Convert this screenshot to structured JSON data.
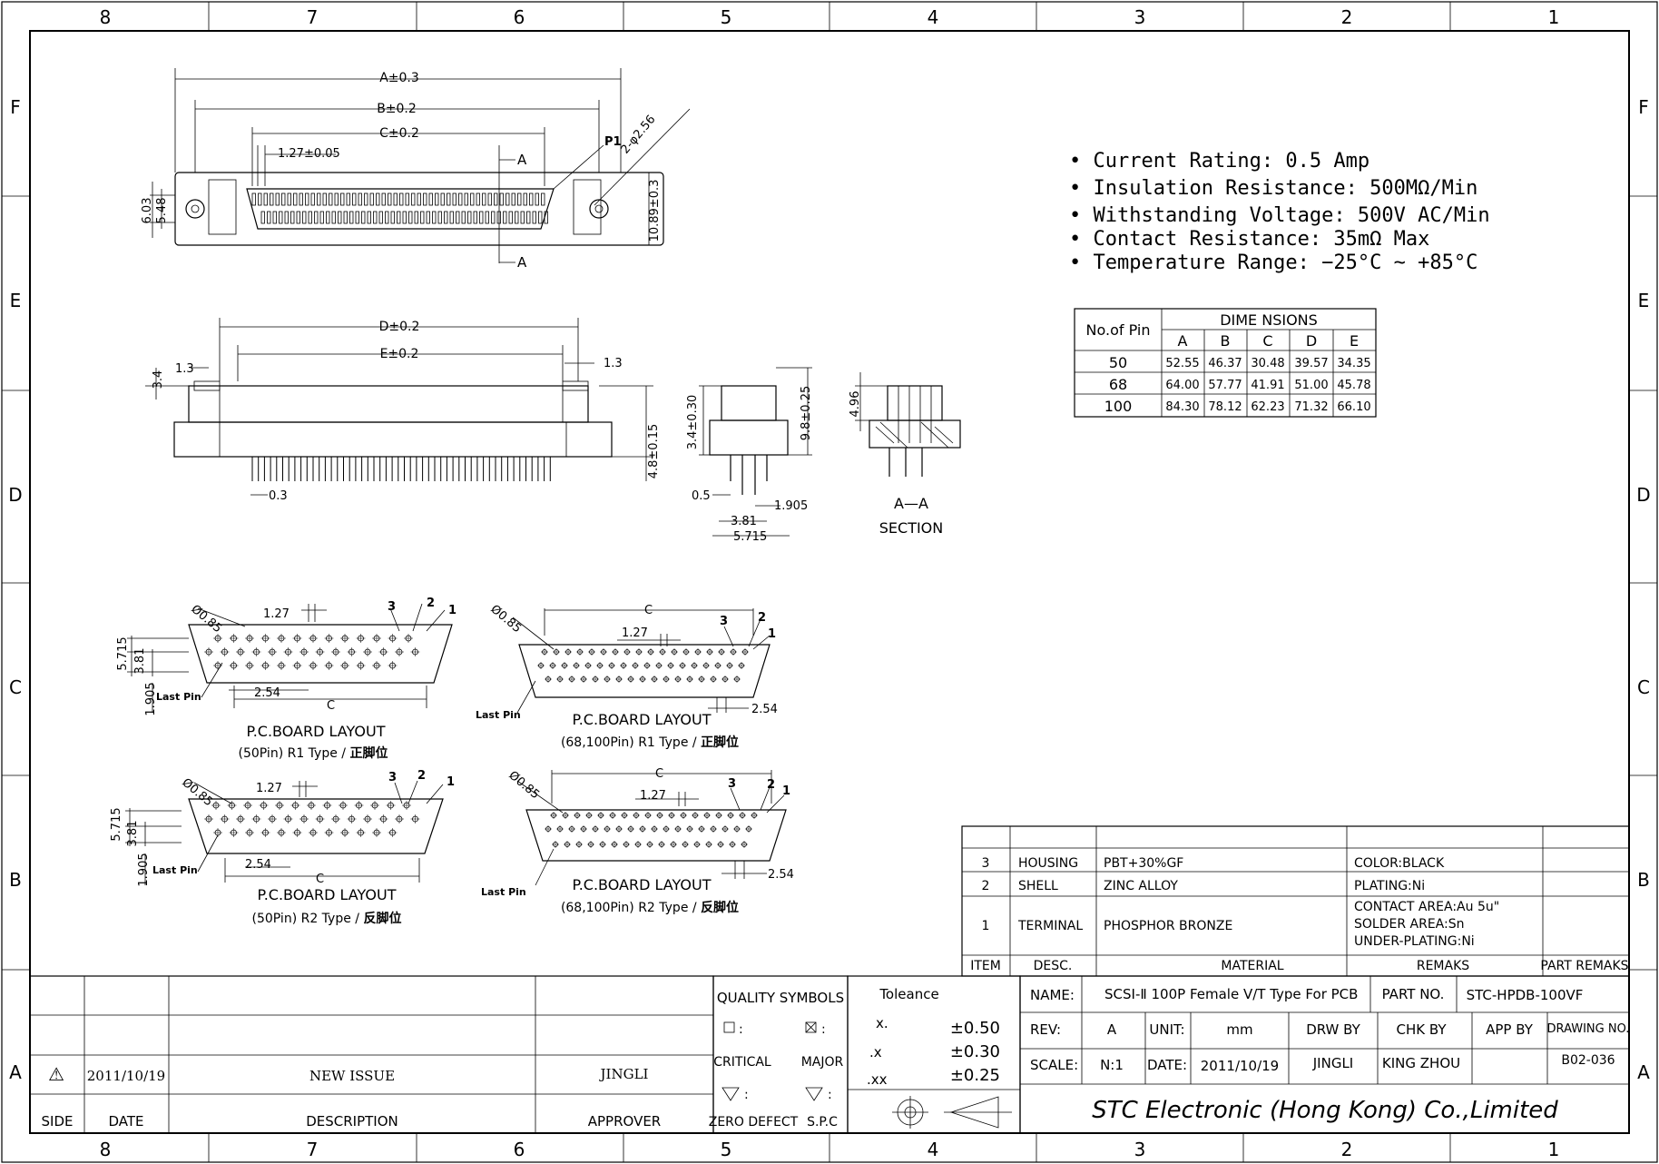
{
  "frame": {
    "col_labels": [
      "8",
      "7",
      "6",
      "5",
      "4",
      "3",
      "2",
      "1"
    ],
    "row_labels": [
      "F",
      "E",
      "D",
      "C",
      "B",
      "A"
    ]
  },
  "top_view": {
    "dim_a": "A±0.3",
    "dim_b": "B±0.2",
    "dim_c": "C±0.2",
    "pitch": "1.27±0.05",
    "p1": "P1",
    "hole": "2-φ2.56",
    "section_a1": "A",
    "section_a2": "A",
    "h1": "6.03",
    "h2": "5.48",
    "h3": "10.89±0.3"
  },
  "front_view": {
    "dim_d": "D±0.2",
    "dim_e": "E±0.2",
    "left_13": "1.3",
    "right_13": "1.3",
    "h34": "3.4",
    "h48": "4.8±0.15",
    "pin03": "0.3"
  },
  "side_view": {
    "h34": "3.4±0.30",
    "h98": "9.8±0.25",
    "d05": "0.5",
    "d1905": "1.905",
    "d381": "3.81",
    "d5715": "5.715"
  },
  "section_view": {
    "h496": "4.96",
    "label1": "A—A",
    "label2": "SECTION"
  },
  "specs": [
    "• Current Rating: 0.5 Amp",
    "• Insulation Resistance: 500MΩ/Min",
    "• Withstanding Voltage: 500V AC/Min",
    "• Contact Resistance: 35mΩ Max",
    "• Temperature Range: −25°C ~ +85°C"
  ],
  "dim_table": {
    "pin_header": "No.of Pin",
    "group_header": "DIME NSIONS",
    "cols": [
      "A",
      "B",
      "C",
      "D",
      "E"
    ],
    "rows": [
      {
        "pin": "50",
        "vals": [
          "52.55",
          "46.37",
          "30.48",
          "39.57",
          "34.35"
        ]
      },
      {
        "pin": "68",
        "vals": [
          "64.00",
          "57.77",
          "41.91",
          "51.00",
          "45.78"
        ]
      },
      {
        "pin": "100",
        "vals": [
          "84.30",
          "78.12",
          "62.23",
          "71.32",
          "66.10"
        ]
      }
    ]
  },
  "layouts": {
    "l1": {
      "title": "P.C.BOARD LAYOUT",
      "sub": "(50Pin) R1 Type / ",
      "sub_b": "正脚位",
      "phi": "Ø0.85",
      "pitch": "1.27",
      "n3": "3",
      "n2": "2",
      "n1": "1",
      "h5715": "5.715",
      "h381": "3.81",
      "h1905": "1.905",
      "last": "Last Pin",
      "d254": "2.54",
      "c": "C"
    },
    "l2": {
      "title": "P.C.BOARD LAYOUT",
      "sub": "(68,100Pin) R1 Type / ",
      "sub_b": "正脚位",
      "phi": "Ø0.85",
      "pitch": "1.27",
      "n3": "3",
      "n2": "2",
      "n1": "1",
      "last": "Last Pin",
      "d254": "2.54",
      "c": "C"
    },
    "l3": {
      "title": "P.C.BOARD LAYOUT",
      "sub": "(50Pin) R2 Type / ",
      "sub_b": "反脚位",
      "phi": "Ø0.85",
      "pitch": "1.27",
      "n3": "3",
      "n2": "2",
      "n1": "1",
      "h5715": "5.715",
      "h381": "3.81",
      "h1905": "1.905",
      "last": "Last Pin",
      "d254": "2.54",
      "c": "C"
    },
    "l4": {
      "title": "P.C.BOARD LAYOUT",
      "sub": "(68,100Pin) R2 Type / ",
      "sub_b": "反脚位",
      "phi": "Ø0.85",
      "pitch": "1.27",
      "n3": "3",
      "n2": "2",
      "n1": "1",
      "last": "Last Pin",
      "d254": "2.54",
      "c": "C"
    }
  },
  "bom": {
    "rows": [
      {
        "item": "3",
        "desc": "HOUSING",
        "material": "PBT+30%GF",
        "remarks": [
          "COLOR:BLACK"
        ]
      },
      {
        "item": "2",
        "desc": "SHELL",
        "material": "ZINC ALLOY",
        "remarks": [
          "PLATING:Ni"
        ]
      },
      {
        "item": "1",
        "desc": "TERMINAL",
        "material": "PHOSPHOR BRONZE",
        "remarks": [
          "CONTACT AREA:Au 5u\"",
          "SOLDER AREA:Sn",
          "UNDER-PLATING:Ni"
        ]
      }
    ],
    "header": {
      "item": "ITEM",
      "desc": "DESC.",
      "material": "MATERIAL",
      "remarks": "REMAKS",
      "part": "PART REMAKS"
    }
  },
  "revision": {
    "symbol": "⚠",
    "date": "2011/10/19",
    "desc": "NEW ISSUE",
    "approver": "JINGLI",
    "h_side": "SIDE",
    "h_date": "DATE",
    "h_desc": "DESCRIPTION",
    "h_approver": "APPROVER"
  },
  "quality": {
    "title": "QUALITY SYMBOLS",
    "critical": "CRITICAL",
    "major": "MAJOR",
    "zero": "ZERO DEFECT",
    "spc": "S.P.C"
  },
  "tolerance": {
    "title": "Toleance",
    "rows": [
      {
        "k": "x.",
        "v": "±0.50"
      },
      {
        "k": ".x",
        "v": "±0.30"
      },
      {
        "k": ".xx",
        "v": "±0.25"
      }
    ]
  },
  "title_block": {
    "name_label": "NAME:",
    "name": "SCSI-Ⅱ 100P Female V/T Type For PCB",
    "part_label": "PART NO.",
    "part": "STC-HPDB-100VF",
    "rev_label": "REV:",
    "rev": "A",
    "unit_label": "UNIT:",
    "unit": "mm",
    "drw_label": "DRW BY",
    "chk_label": "CHK BY",
    "app_label": "APP BY",
    "drawing_label": "DRAWING NO.",
    "drawing": "B02-036",
    "scale_label": "SCALE:",
    "scale": "N:1",
    "date_label": "DATE:",
    "date": "2011/10/19",
    "drw": "JINGLI",
    "chk": "KING ZHOU",
    "company": "STC Electronic (Hong Kong) Co.,Limited"
  }
}
